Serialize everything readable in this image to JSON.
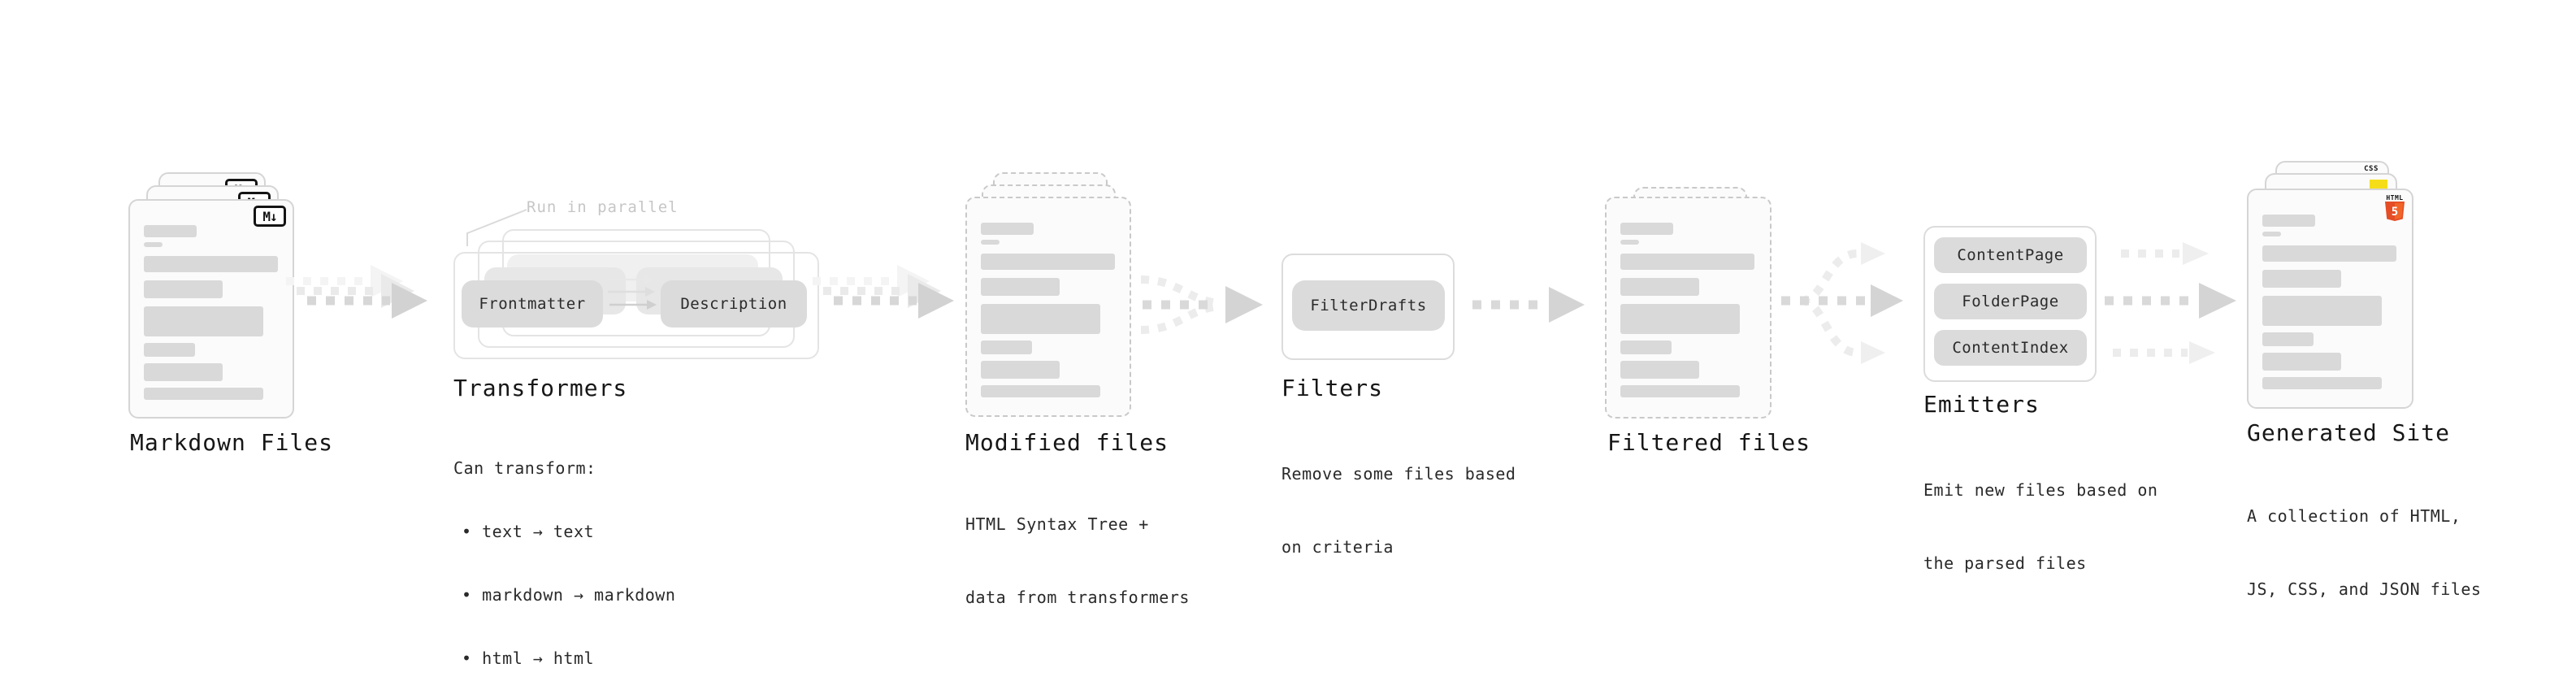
{
  "stages": {
    "markdown": {
      "label": "Markdown Files",
      "badge": "M↓"
    },
    "transformers": {
      "label": "Transformers",
      "note": "Run in parallel",
      "pill_left": "Frontmatter",
      "pill_right": "Description",
      "desc_title": "Can transform:",
      "bullets": [
        "• text → text",
        "• markdown → markdown",
        "• html → html"
      ]
    },
    "modified": {
      "label": "Modified files",
      "desc": [
        "HTML Syntax Tree +",
        "data from transformers"
      ]
    },
    "filters": {
      "label": "Filters",
      "pill": "FilterDrafts",
      "desc": [
        "Remove some files based",
        "on criteria"
      ]
    },
    "filtered": {
      "label": "Filtered files"
    },
    "emitters": {
      "label": "Emitters",
      "pills": [
        "ContentPage",
        "FolderPage",
        "ContentIndex"
      ],
      "desc": [
        "Emit new files based on",
        "the parsed files"
      ]
    },
    "generated": {
      "label": "Generated Site",
      "badge_css": "CSS",
      "badge_html_label": "HTML",
      "badge_html_number": "5",
      "desc": [
        "A collection of HTML,",
        "JS, CSS, and JSON files"
      ]
    }
  },
  "colors": {
    "html5_orange": "#e44d26",
    "html5_orange_light": "#f16529",
    "js_yellow": "#f5de19",
    "css_blue": "#2965f1",
    "skeleton_bar_gray": "#d9d9d9",
    "arrow_gray": "#d7d7d7",
    "ghost_gray": "#ececec"
  }
}
